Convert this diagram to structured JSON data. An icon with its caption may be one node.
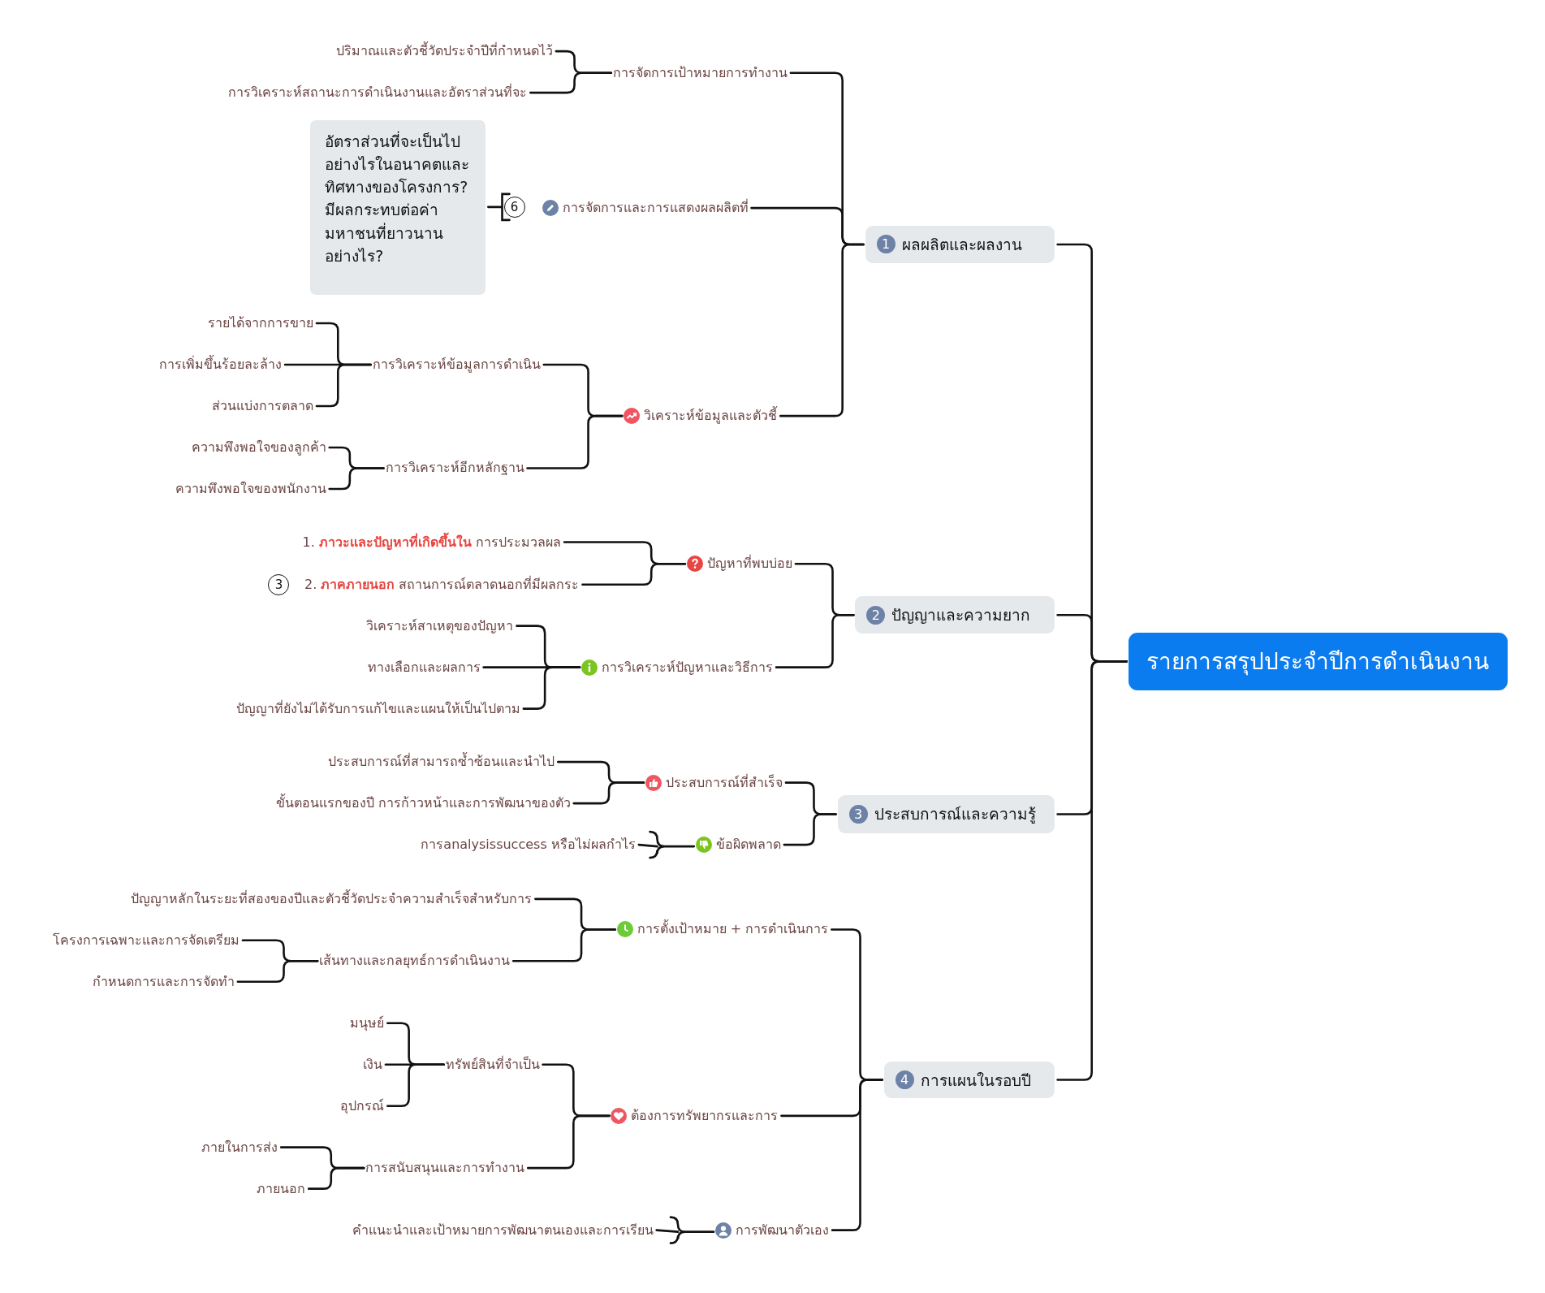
{
  "diagram": {
    "nodes": [
      {
        "text": [
          "รายการสรุปประจำปีการดำเนินงาน"
        ]
      },
      {
        "text": [
          "1",
          "ผลผลิตและผลงาน"
        ]
      },
      {
        "text": [
          "2",
          "ปัญญาและความยาก"
        ]
      },
      {
        "text": [
          "3",
          "ประสบการณ์และความรู้"
        ]
      },
      {
        "text": [
          "4",
          "การแผนในรอบปี"
        ]
      },
      {
        "text": [
          "การจัดการเป้าหมายการทำงาน"
        ]
      },
      {
        "text": [
          "ปริมาณและตัวชี้วัดประจำปีที่กำหนดไว้"
        ]
      },
      {
        "text": [
          "การวิเคราะห์สถานะการดำเนินงานและอัตราส่วนที่จะ"
        ]
      },
      {
        "text": [
          "การจัดการและการแสดงผลผลิตที่"
        ]
      },
      {
        "text": [
          "6"
        ]
      },
      {
        "text": [
          "อัตราส่วนที่จะเป็นไปอย่างไรในอนาคตและทิศทางของโครงการ? มีผลกระทบต่อค่ามหาชนที่ยาวนานอย่างไร?"
        ]
      },
      {
        "text": [
          "วิเคราะห์ข้อมูลและตัวชี้"
        ]
      },
      {
        "text": [
          "การวิเคราะห์ข้อมูลการดำเนิน"
        ]
      },
      {
        "text": [
          "รายได้จากการขาย"
        ]
      },
      {
        "text": [
          "การเพิ่มขึ้นร้อยละล้าง"
        ]
      },
      {
        "text": [
          "ส่วนแบ่งการตลาด"
        ]
      },
      {
        "text": [
          "การวิเคราะห์อีกหลักฐาน"
        ]
      },
      {
        "text": [
          "ความพึงพอใจของลูกค้า"
        ]
      },
      {
        "text": [
          "ความพึงพอใจของพนักงาน"
        ]
      },
      {
        "text": [
          "ปัญหาที่พบบ่อย"
        ]
      },
      {
        "text": [
          "1. **ภาวะและปัญหาที่เกิดขึ้นใน** การประมวลผล"
        ]
      },
      {
        "text": [
          "3"
        ]
      },
      {
        "text": [
          "2. **ภาคภายนอก** สถานการณ์ตลาดนอกที่มีผลกระ"
        ]
      },
      {
        "text": [
          "การวิเคราะห์ปัญหาและวิธีการ"
        ]
      },
      {
        "text": [
          "วิเคราะห์สาเหตุของปัญหา"
        ]
      },
      {
        "text": [
          "ทางเลือกและผลการ"
        ]
      },
      {
        "text": [
          "ปัญญาที่ยังไม่ได้รับการแก้ไขและแผนให้เป็นไปตาม"
        ]
      },
      {
        "text": [
          "ประสบการณ์ที่สำเร็จ"
        ]
      },
      {
        "text": [
          "ประสบการณ์ที่สามารถซ้ำซ้อนและนำไป"
        ]
      },
      {
        "text": [
          "ขั้นตอนแรกของปี การก้าวหน้าและการพัฒนาของตัว"
        ]
      },
      {
        "text": [
          "ข้อผิดพลาด"
        ]
      },
      {
        "text": [
          "การanalysissuccess หรือไม่ผลกำไร"
        ]
      },
      {
        "text": [
          "การตั้งเป้าหมาย + การดำเนินการ"
        ]
      },
      {
        "text": [
          "ปัญญาหลักในระยะที่สองของปีและตัวชี้วัดประจำความสำเร็จสำหรับการ"
        ]
      },
      {
        "text": [
          "เส้นทางและกลยุทธ์การดำเนินงาน"
        ]
      },
      {
        "text": [
          "โครงการเฉพาะและการจัดเตรียม"
        ]
      },
      {
        "text": [
          "กำหนดการและการจัดทำ"
        ]
      },
      {
        "text": [
          "ต้องการทรัพยากรและการ"
        ]
      },
      {
        "text": [
          "ทรัพย์สินที่จำเป็น"
        ]
      },
      {
        "text": [
          "มนุษย์"
        ]
      },
      {
        "text": [
          "เงิน"
        ]
      },
      {
        "text": [
          "อุปกรณ์"
        ]
      },
      {
        "text": [
          "การสนับสนุนและการทำงาน"
        ]
      },
      {
        "text": [
          "ภายในการส่ง"
        ]
      },
      {
        "text": [
          "ภายนอก"
        ]
      },
      {
        "text": [
          "การพัฒนาตัวเอง"
        ]
      },
      {
        "text": [
          "คำแนะนำและเป้าหมายการพัฒนาตนเองและการเรียน"
        ]
      }
    ],
    "edges": [
      {
        "from": 0,
        "to": 1,
        "arrow": "none"
      },
      {
        "from": 0,
        "to": 2,
        "arrow": "none"
      },
      {
        "from": 0,
        "to": 3,
        "arrow": "none"
      },
      {
        "from": 0,
        "to": 4,
        "arrow": "none"
      },
      {
        "from": 1,
        "to": 5,
        "arrow": "none"
      },
      {
        "from": 1,
        "to": 8,
        "arrow": "none"
      },
      {
        "from": 1,
        "to": 11,
        "arrow": "none"
      },
      {
        "from": 5,
        "to": 6,
        "arrow": "none"
      },
      {
        "from": 5,
        "to": 7,
        "arrow": "none"
      },
      {
        "from": 9,
        "to": 10,
        "arrow": "none"
      },
      {
        "from": 11,
        "to": 12,
        "arrow": "none"
      },
      {
        "from": 11,
        "to": 16,
        "arrow": "none"
      },
      {
        "from": 12,
        "to": 13,
        "arrow": "none"
      },
      {
        "from": 12,
        "to": 14,
        "arrow": "none"
      },
      {
        "from": 12,
        "to": 15,
        "arrow": "none"
      },
      {
        "from": 16,
        "to": 17,
        "arrow": "none"
      },
      {
        "from": 16,
        "to": 18,
        "arrow": "none"
      },
      {
        "from": 2,
        "to": 19,
        "arrow": "none"
      },
      {
        "from": 2,
        "to": 23,
        "arrow": "none"
      },
      {
        "from": 19,
        "to": 20,
        "arrow": "none"
      },
      {
        "from": 19,
        "to": 22,
        "arrow": "none"
      },
      {
        "from": 23,
        "to": 24,
        "arrow": "none"
      },
      {
        "from": 23,
        "to": 25,
        "arrow": "none"
      },
      {
        "from": 23,
        "to": 26,
        "arrow": "none"
      },
      {
        "from": 3,
        "to": 27,
        "arrow": "none"
      },
      {
        "from": 3,
        "to": 30,
        "arrow": "none"
      },
      {
        "from": 27,
        "to": 28,
        "arrow": "none"
      },
      {
        "from": 27,
        "to": 29,
        "arrow": "none"
      },
      {
        "from": 30,
        "to": 31,
        "arrow": "none"
      },
      {
        "from": 4,
        "to": 32,
        "arrow": "none"
      },
      {
        "from": 4,
        "to": 37,
        "arrow": "none"
      },
      {
        "from": 4,
        "to": 45,
        "arrow": "none"
      },
      {
        "from": 32,
        "to": 33,
        "arrow": "none"
      },
      {
        "from": 32,
        "to": 34,
        "arrow": "none"
      },
      {
        "from": 34,
        "to": 35,
        "arrow": "none"
      },
      {
        "from": 34,
        "to": 36,
        "arrow": "none"
      },
      {
        "from": 37,
        "to": 38,
        "arrow": "none"
      },
      {
        "from": 37,
        "to": 42,
        "arrow": "none"
      },
      {
        "from": 38,
        "to": 39,
        "arrow": "none"
      },
      {
        "from": 38,
        "to": 40,
        "arrow": "none"
      },
      {
        "from": 38,
        "to": 41,
        "arrow": "none"
      },
      {
        "from": 42,
        "to": 43,
        "arrow": "none"
      },
      {
        "from": 42,
        "to": 44,
        "arrow": "none"
      },
      {
        "from": 45,
        "to": 46,
        "arrow": "none"
      }
    ]
  }
}
